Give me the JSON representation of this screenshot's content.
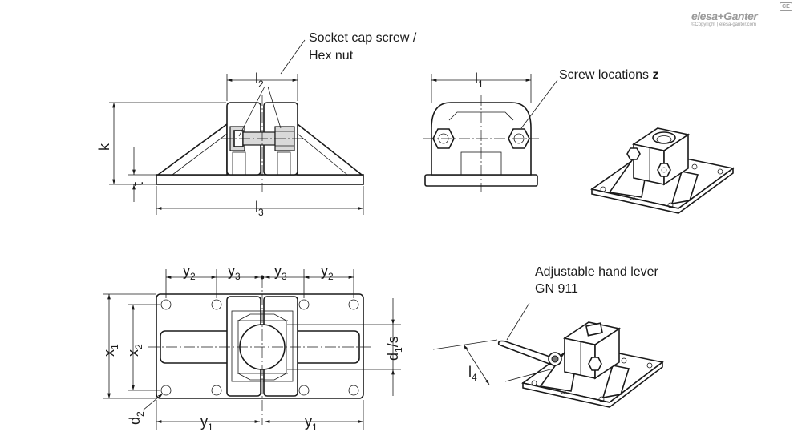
{
  "logo": {
    "brand": "elesa+Ganter",
    "copyright": "©Copyright | elesa-ganter.com",
    "cert_mark": "CE"
  },
  "callouts": {
    "socket_line1": "Socket cap screw /",
    "socket_line2": "Hex nut",
    "screw_locations": "Screw locations ",
    "screw_locations_var": "z",
    "lever_line1": "Adjustable hand lever",
    "lever_line2": "GN 911"
  },
  "dimensions": {
    "l2": {
      "base": "l",
      "sub": "2"
    },
    "l1": {
      "base": "l",
      "sub": "1"
    },
    "l3": {
      "base": "l",
      "sub": "3"
    },
    "l4": {
      "base": "l",
      "sub": "4"
    },
    "k": "k",
    "t": "t",
    "y1_left": {
      "base": "y",
      "sub": "1"
    },
    "y1_right": {
      "base": "y",
      "sub": "1"
    },
    "y2_left": {
      "base": "y",
      "sub": "2"
    },
    "y2_right": {
      "base": "y",
      "sub": "2"
    },
    "y3_left": {
      "base": "y",
      "sub": "3"
    },
    "y3_right": {
      "base": "y",
      "sub": "3"
    },
    "x1": {
      "base": "x",
      "sub": "1"
    },
    "x2": {
      "base": "x",
      "sub": "2"
    },
    "d1s": {
      "base": "d",
      "sub": "1",
      "suffix": "/s"
    },
    "d2": {
      "base": "d",
      "sub": "2"
    }
  }
}
